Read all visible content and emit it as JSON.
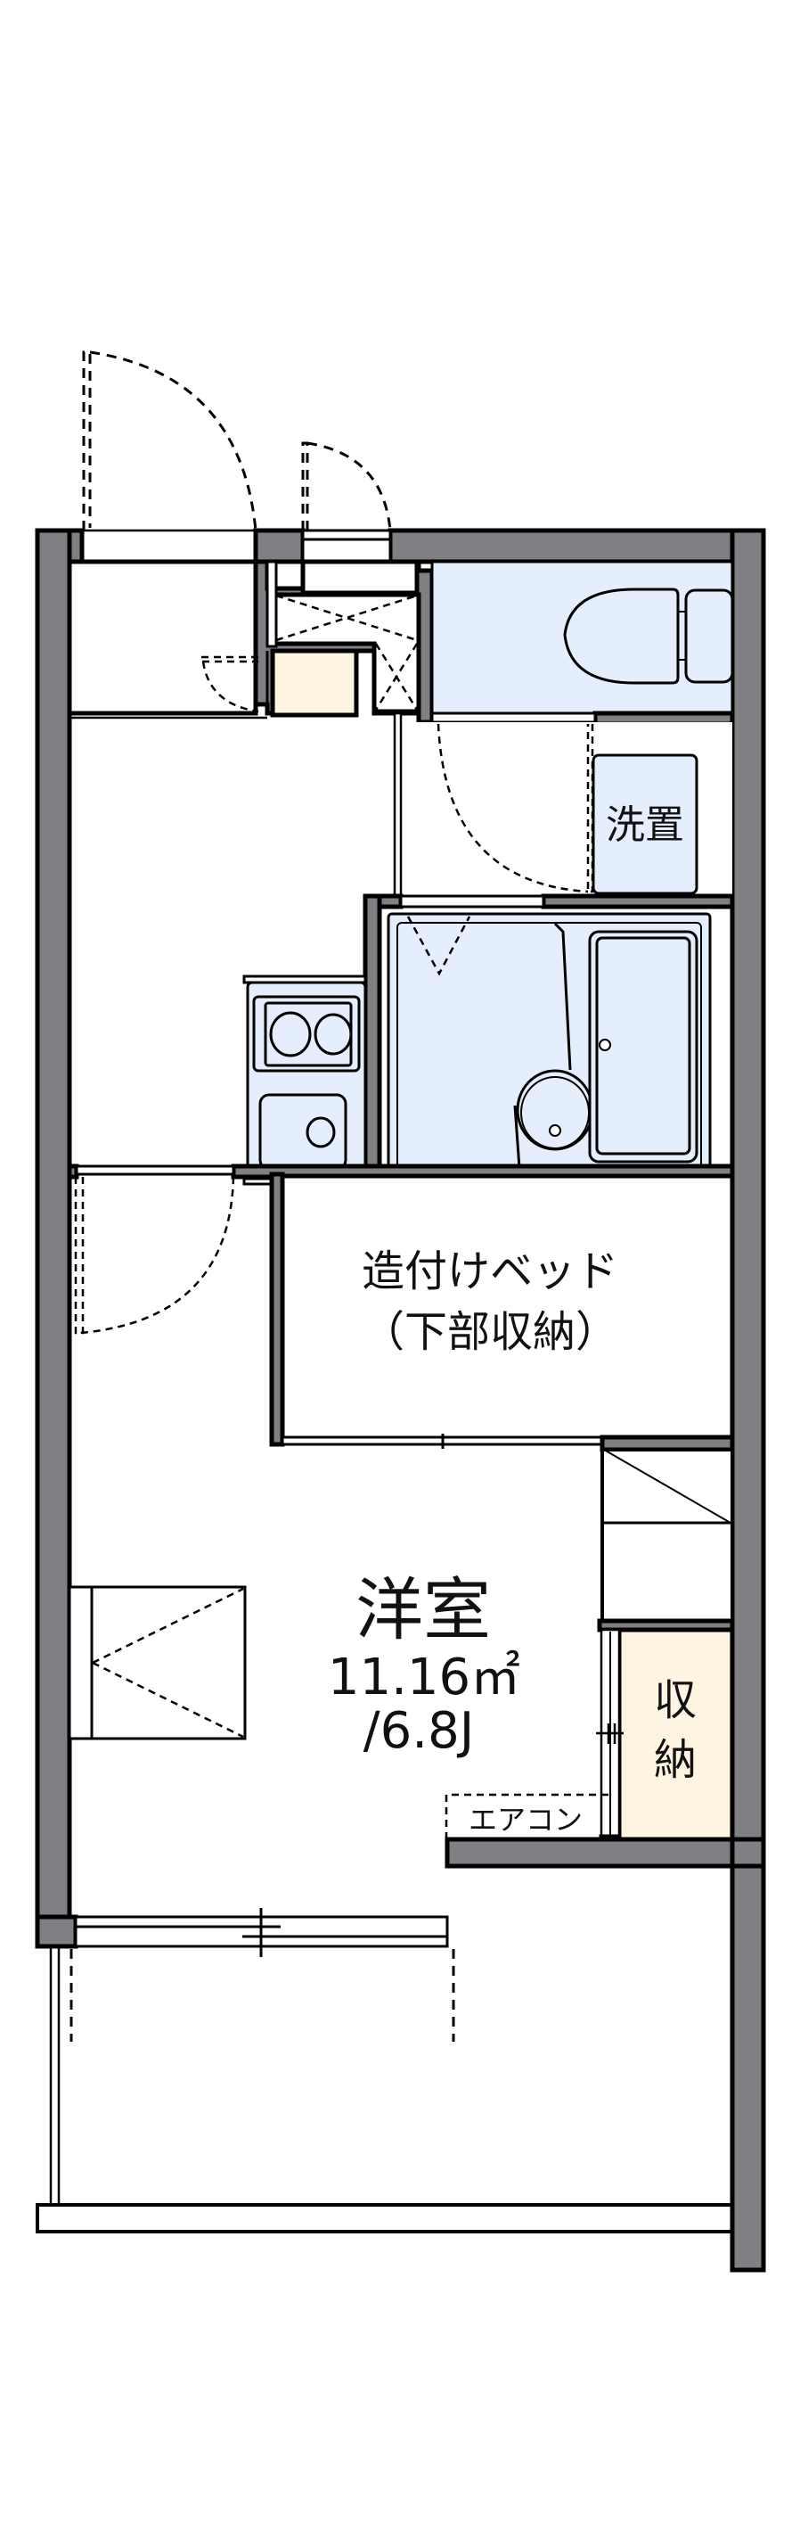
{
  "floorplan": {
    "colors": {
      "wall": "#807f84",
      "wet_area": "#e4eefc",
      "storage": "#fef4e2",
      "line": "#000000"
    },
    "rooms": {
      "western_room": {
        "name": "洋室",
        "area": "11.16㎡",
        "tatami": "/6.8J"
      },
      "built_in_bed": {
        "line1": "造付けベッド",
        "line2": "（下部収納）"
      },
      "washer_space": {
        "line1": "洗置"
      },
      "storage": {
        "line1": "収",
        "line2": "納"
      },
      "air_conditioner": {
        "label": "エアコン"
      }
    },
    "fixtures": [
      {
        "name": "toilet",
        "icon": "toilet-icon"
      },
      {
        "name": "bathtub",
        "icon": "bathtub-icon"
      },
      {
        "name": "wash-basin",
        "icon": "basin-icon"
      },
      {
        "name": "stove-2-burner",
        "icon": "stove-icon"
      },
      {
        "name": "kitchen-sink",
        "icon": "sink-icon"
      },
      {
        "name": "shoe-box",
        "icon": "cabinet-icon"
      },
      {
        "name": "balcony",
        "icon": "balcony-icon"
      }
    ]
  }
}
